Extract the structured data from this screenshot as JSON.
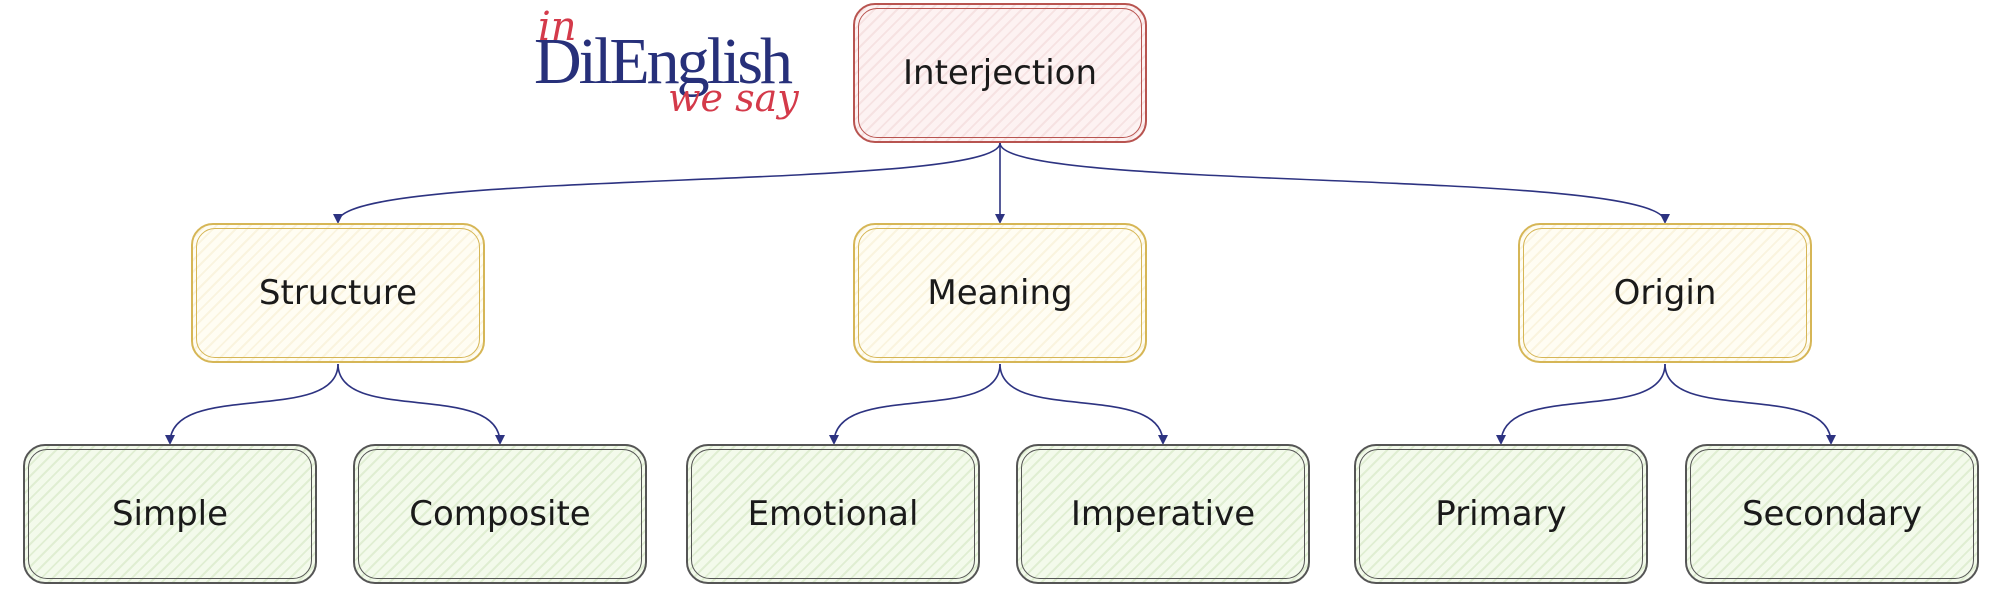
{
  "logo": {
    "line1": "in",
    "line2": "DilEnglish",
    "line3": "we say"
  },
  "diagram": {
    "root": "Interjection",
    "categories": [
      {
        "label": "Structure",
        "children": [
          "Simple",
          "Composite"
        ]
      },
      {
        "label": "Meaning",
        "children": [
          "Emotional",
          "Imperative"
        ]
      },
      {
        "label": "Origin",
        "children": [
          "Primary",
          "Secondary"
        ]
      }
    ]
  },
  "colors": {
    "connector": "#2d3381",
    "root_border": "#b85450",
    "root_fill": "#fdf2f2",
    "category_border": "#d6b656",
    "category_fill": "#fffdf3",
    "leaf_border": "#555555",
    "leaf_fill": "#f3faeb"
  }
}
